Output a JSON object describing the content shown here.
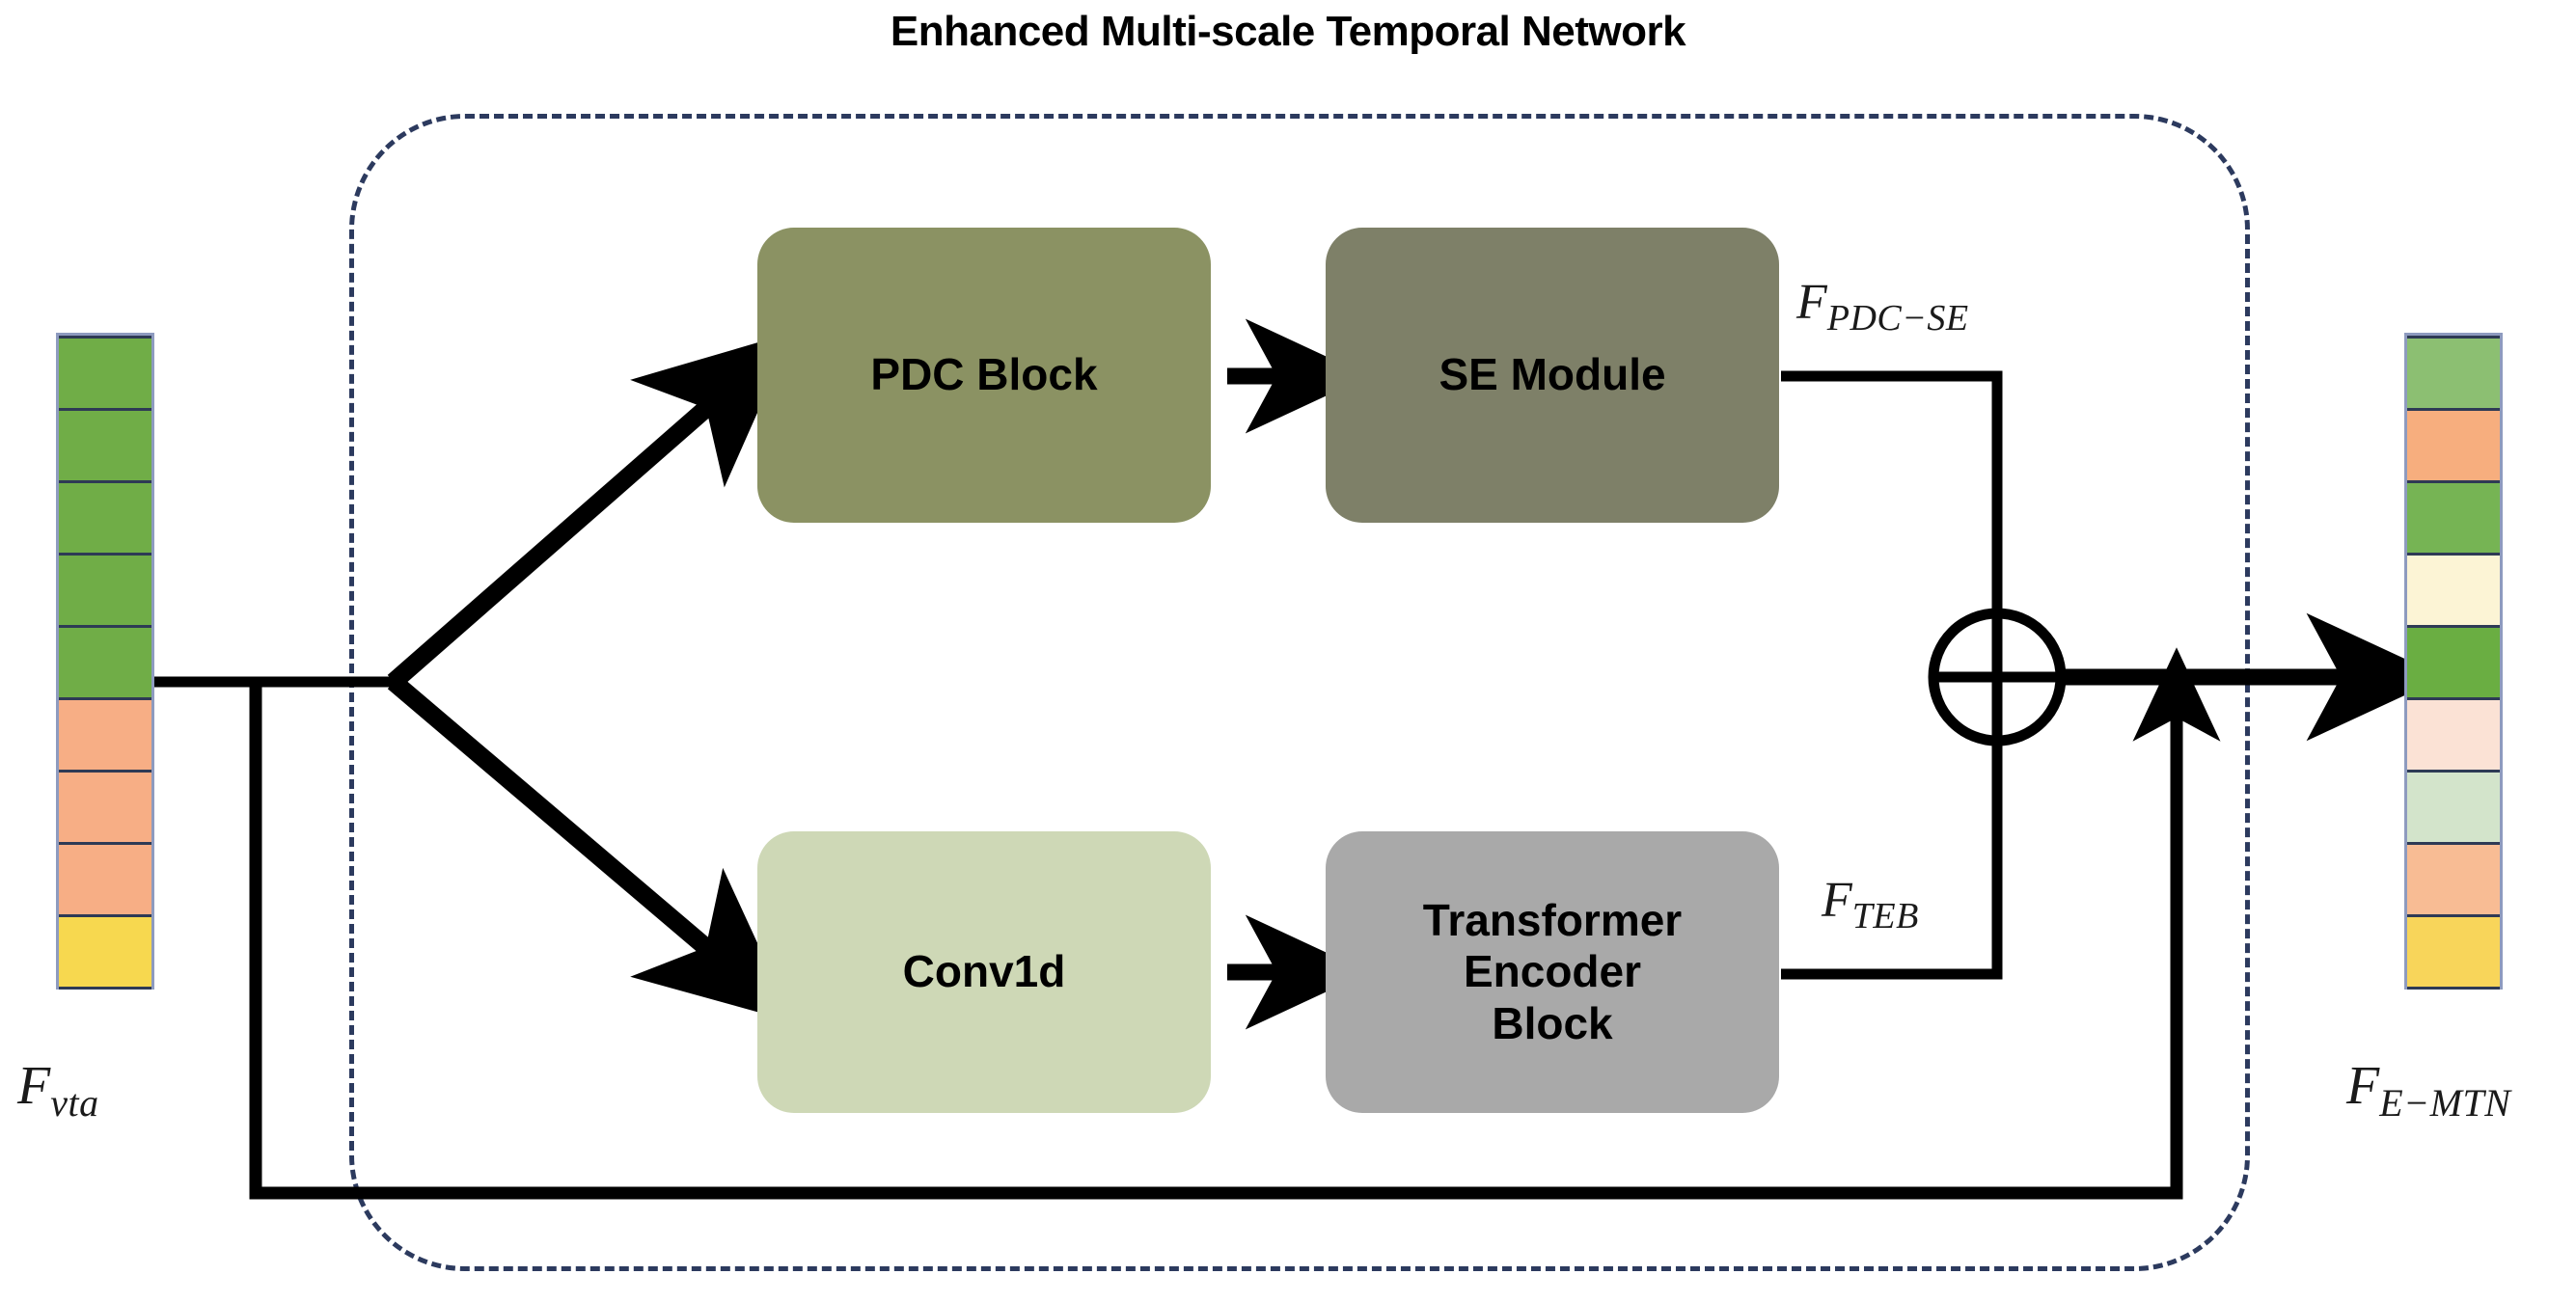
{
  "title": "Enhanced Multi-scale Temporal Network",
  "blocks": {
    "pdc": "PDC Block",
    "se": "SE Module",
    "conv1d": "Conv1d",
    "teb_line1": "Transformer",
    "teb_line2": "Encoder",
    "teb_line3": "Block"
  },
  "labels": {
    "input": {
      "base": "F",
      "sub": "vta"
    },
    "output": {
      "base": "F",
      "sub": "E−MTN"
    },
    "pdc_se": {
      "base": "F",
      "sub": "PDC−SE"
    },
    "teb": {
      "base": "F",
      "sub": "TEB"
    }
  },
  "icons": {
    "sum_node": "circled-plus-icon",
    "arrow": "arrow-right-icon"
  },
  "colors": {
    "block_pdc": "#8B9263",
    "block_se": "#7E8068",
    "block_conv1d": "#CED8B6",
    "block_teb": "#A9A9A9",
    "dashed_border": "#2C3A5E",
    "wire": "#000000",
    "cell_outline": "#2E3A55",
    "strip_outline": "#8E9BBF"
  },
  "input_strip": {
    "name": "F_vta feature vector",
    "cells": [
      {
        "color": "#70AD47"
      },
      {
        "color": "#70AD47"
      },
      {
        "color": "#70AD47"
      },
      {
        "color": "#70AD47"
      },
      {
        "color": "#70AD47"
      },
      {
        "color": "#F7AE85"
      },
      {
        "color": "#F7AE85"
      },
      {
        "color": "#F7AE85"
      },
      {
        "color": "#F7D84F"
      }
    ]
  },
  "output_strip": {
    "name": "F_E-MTN feature vector",
    "cells": [
      {
        "color": "#8CBF72"
      },
      {
        "color": "#F7AE7E"
      },
      {
        "color": "#76B454"
      },
      {
        "color": "#FCF4D5"
      },
      {
        "color": "#6AAE42"
      },
      {
        "color": "#FBE2D5"
      },
      {
        "color": "#D3E4CB"
      },
      {
        "color": "#F8BC94"
      },
      {
        "color": "#F8D55A"
      }
    ]
  },
  "flow": {
    "branch_top": "input splits to PDC Block branch",
    "branch_bottom": "input splits to Conv1d branch",
    "skip_connection": "residual skip from input to sum node",
    "sum_operation": "element-wise addition"
  }
}
